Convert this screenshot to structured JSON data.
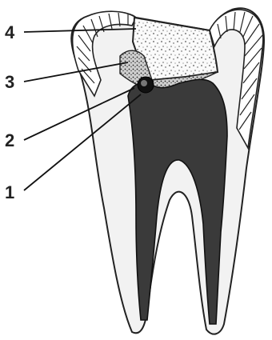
{
  "labels": {
    "l1": "1",
    "l2": "2",
    "l3": "3",
    "l4": "4"
  }
}
